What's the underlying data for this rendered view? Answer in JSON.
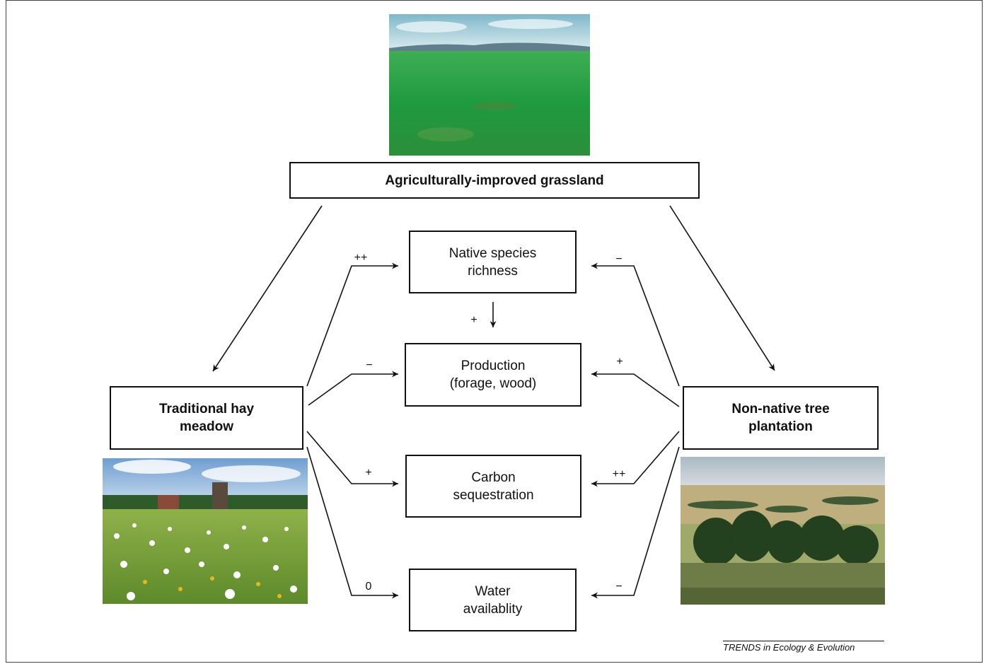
{
  "nodes": {
    "top": "Agriculturally-improved grassland",
    "left": "Traditional hay\nmeadow",
    "right": "Non-native tree\nplantation",
    "native": "Native species\nrichness",
    "production": "Production\n(forage, wood)",
    "carbon": "Carbon\nsequestration",
    "water": "Water\navailablity"
  },
  "effects": {
    "left_native": "++",
    "left_production": "−",
    "left_carbon": "+",
    "left_water": "0",
    "right_native": "−",
    "right_production": "+",
    "right_carbon": "++",
    "right_water": "−",
    "native_production": "+"
  },
  "photos": {
    "top": "grassland-photo",
    "left": "hay-meadow-photo",
    "right": "tree-plantation-photo"
  },
  "credit": "TRENDS in Ecology & Evolution"
}
